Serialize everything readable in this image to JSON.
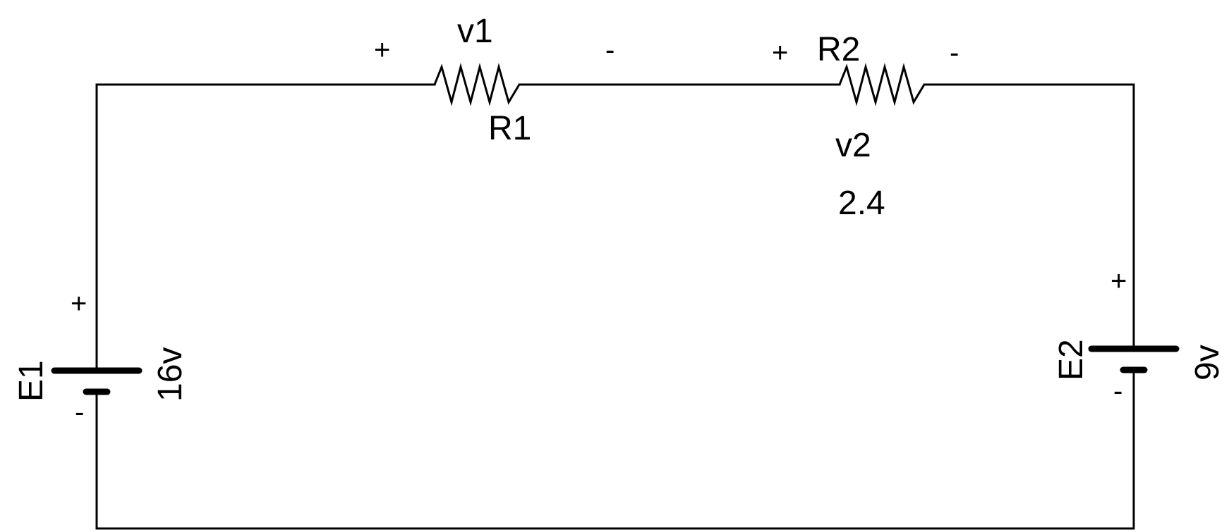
{
  "resistors": {
    "r1": {
      "name": "R1",
      "voltage_label": "v1",
      "plus": "+",
      "minus": "-"
    },
    "r2": {
      "name": "R2",
      "voltage_label": "v2",
      "value": "2.4",
      "plus": "+",
      "minus": "-"
    }
  },
  "sources": {
    "e1": {
      "name": "E1",
      "value": "16v",
      "plus": "+",
      "minus": "-"
    },
    "e2": {
      "name": "E2",
      "value": "9v",
      "plus": "+",
      "minus": "-"
    }
  }
}
